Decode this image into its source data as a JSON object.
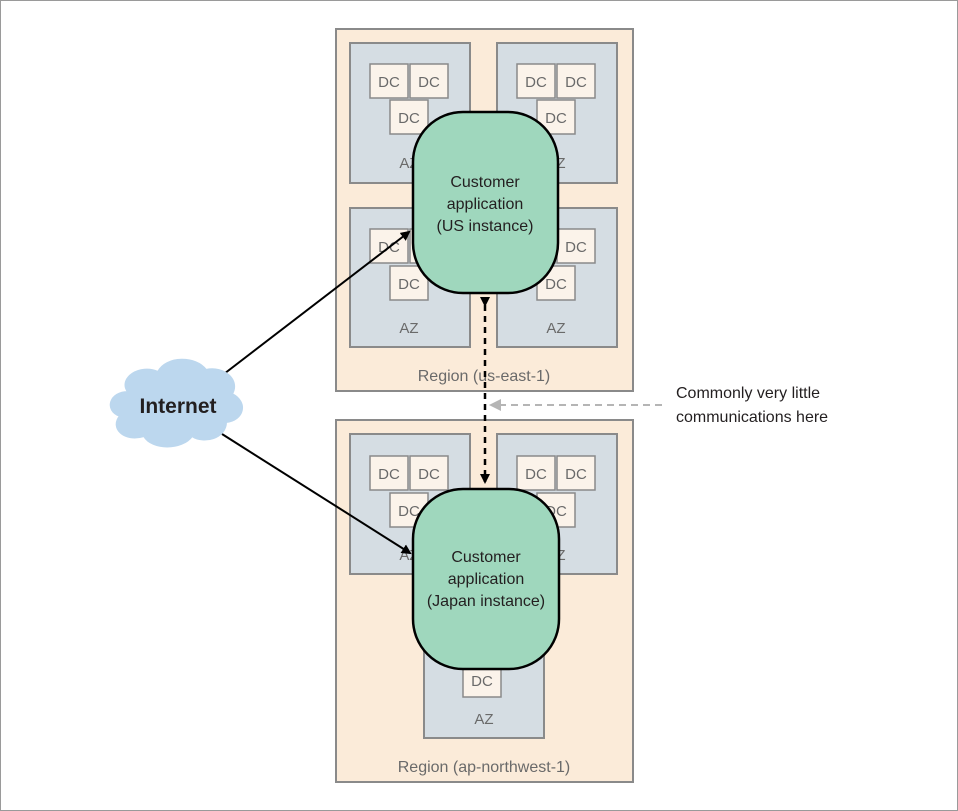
{
  "diagram": {
    "regions": [
      {
        "label": "Region (us-east-1)",
        "zones": [
          {
            "label": "AZ",
            "dcs": [
              "DC",
              "DC",
              "DC"
            ]
          },
          {
            "label": "AZ",
            "dcs": [
              "DC",
              "DC",
              "DC"
            ]
          },
          {
            "label": "AZ",
            "dcs": [
              "DC",
              "DC",
              "DC"
            ]
          },
          {
            "label": "AZ",
            "dcs": [
              "DC",
              "DC",
              "DC"
            ]
          }
        ],
        "app": {
          "lines": [
            "Customer",
            "application",
            "(US instance)"
          ]
        }
      },
      {
        "label": "Region (ap-northwest-1)",
        "zones": [
          {
            "label": "AZ",
            "dcs": [
              "DC",
              "DC",
              "DC"
            ]
          },
          {
            "label": "AZ",
            "dcs": [
              "DC",
              "DC",
              "DC"
            ]
          },
          {
            "label": "AZ",
            "dcs": [
              "DC"
            ]
          }
        ],
        "app": {
          "lines": [
            "Customer",
            "application",
            "(Japan instance)"
          ]
        }
      }
    ],
    "internet_label": "Internet",
    "note": {
      "lines": [
        "Commonly very little",
        "communications here"
      ]
    },
    "colors": {
      "region_fill": "#fbebd9",
      "zone_fill": "#d5dde3",
      "dc_fill": "#fbf3ea",
      "app_fill": "#9fd7bd",
      "cloud_fill": "#bcd7ee",
      "border": "#8a8a8a"
    }
  }
}
